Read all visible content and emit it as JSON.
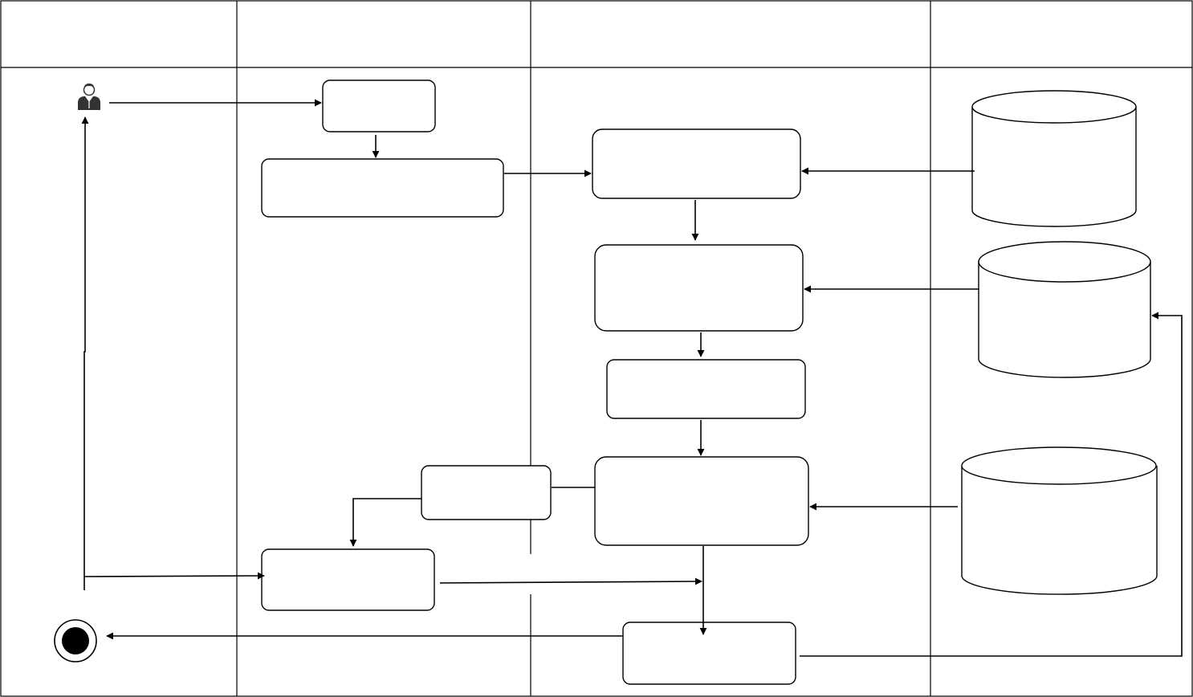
{
  "diagram": {
    "type": "swimlane-activity-diagram",
    "lanes": [
      {
        "id": "lane-1",
        "title": ""
      },
      {
        "id": "lane-2",
        "title": ""
      },
      {
        "id": "lane-3",
        "title": ""
      },
      {
        "id": "lane-4",
        "title": ""
      }
    ],
    "nodes": [
      {
        "id": "actor",
        "kind": "actor-icon",
        "label": ""
      },
      {
        "id": "box-a",
        "kind": "activity",
        "label": ""
      },
      {
        "id": "box-b",
        "kind": "activity",
        "label": ""
      },
      {
        "id": "box-c",
        "kind": "activity",
        "label": ""
      },
      {
        "id": "box-d",
        "kind": "activity",
        "label": ""
      },
      {
        "id": "box-e",
        "kind": "activity",
        "label": ""
      },
      {
        "id": "box-f",
        "kind": "activity",
        "label": ""
      },
      {
        "id": "box-g",
        "kind": "activity",
        "label": ""
      },
      {
        "id": "box-h",
        "kind": "activity",
        "label": ""
      },
      {
        "id": "box-i",
        "kind": "activity",
        "label": ""
      },
      {
        "id": "db-1",
        "kind": "datastore",
        "label": ""
      },
      {
        "id": "db-2",
        "kind": "datastore",
        "label": ""
      },
      {
        "id": "db-3",
        "kind": "datastore",
        "label": ""
      },
      {
        "id": "end",
        "kind": "final-node",
        "label": ""
      }
    ],
    "colors": {
      "stroke": "#000000",
      "fill": "#ffffff"
    }
  }
}
